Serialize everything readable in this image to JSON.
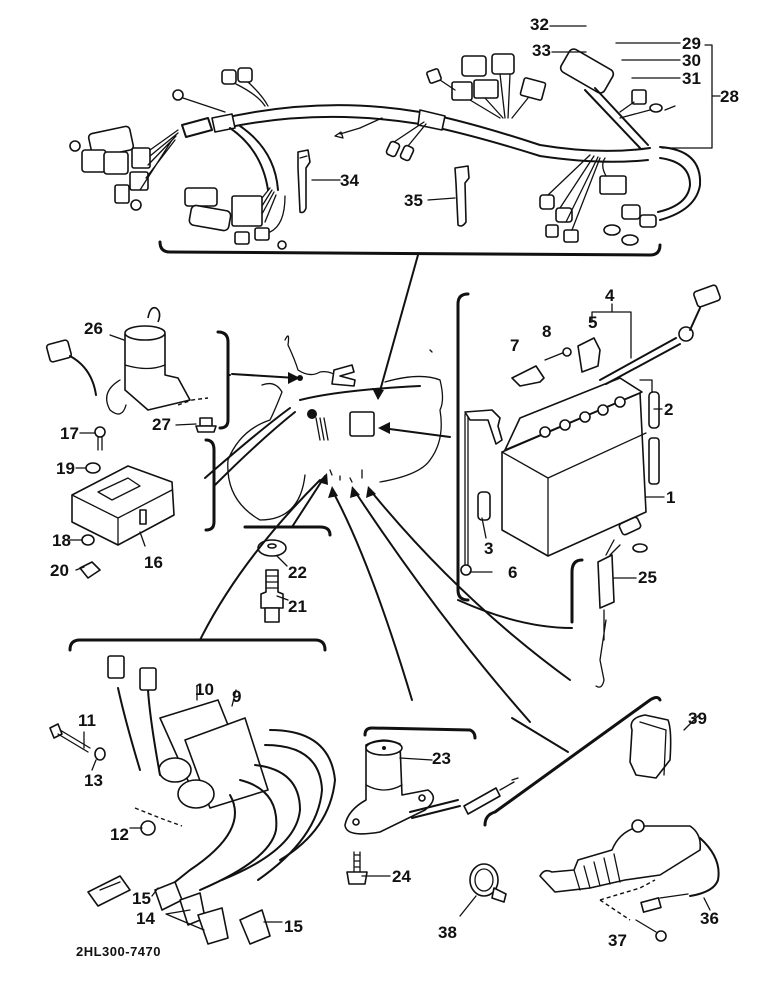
{
  "figure": {
    "reference_code": "2HL300-7470",
    "assemblies": [
      {
        "id": "wire-harness",
        "callouts": [
          "28",
          "29",
          "30",
          "31",
          "32",
          "33",
          "34",
          "35"
        ]
      },
      {
        "id": "main-switch-and-igniter",
        "callouts": [
          "16",
          "17",
          "18",
          "19",
          "20",
          "26",
          "27"
        ]
      },
      {
        "id": "frame-ground",
        "callouts": [
          "21",
          "22"
        ]
      },
      {
        "id": "battery",
        "callouts": [
          "1",
          "2",
          "3",
          "4",
          "5",
          "6",
          "7",
          "8"
        ]
      },
      {
        "id": "relay",
        "callouts": [
          "25"
        ]
      },
      {
        "id": "ignition-coils",
        "callouts": [
          "9",
          "10",
          "11",
          "12",
          "13",
          "14",
          "15"
        ]
      },
      {
        "id": "neutral-switch",
        "callouts": [
          "23",
          "24"
        ]
      },
      {
        "id": "sidestand-switch",
        "callouts": [
          "36",
          "37",
          "38",
          "39"
        ]
      }
    ]
  },
  "callouts": {
    "c1": "1",
    "c2": "2",
    "c3": "3",
    "c4": "4",
    "c5": "5",
    "c6": "6",
    "c7": "7",
    "c8": "8",
    "c9": "9",
    "c10": "10",
    "c11": "11",
    "c12": "12",
    "c13": "13",
    "c14": "14",
    "c15a": "15",
    "c15b": "15",
    "c16": "16",
    "c17": "17",
    "c18": "18",
    "c19": "19",
    "c20": "20",
    "c21": "21",
    "c22": "22",
    "c23": "23",
    "c24": "24",
    "c25": "25",
    "c26": "26",
    "c27": "27",
    "c28": "28",
    "c29": "29",
    "c30": "30",
    "c31": "31",
    "c32": "32",
    "c33": "33",
    "c34": "34",
    "c35": "35",
    "c36": "36",
    "c37": "37",
    "c38": "38",
    "c39": "39"
  }
}
